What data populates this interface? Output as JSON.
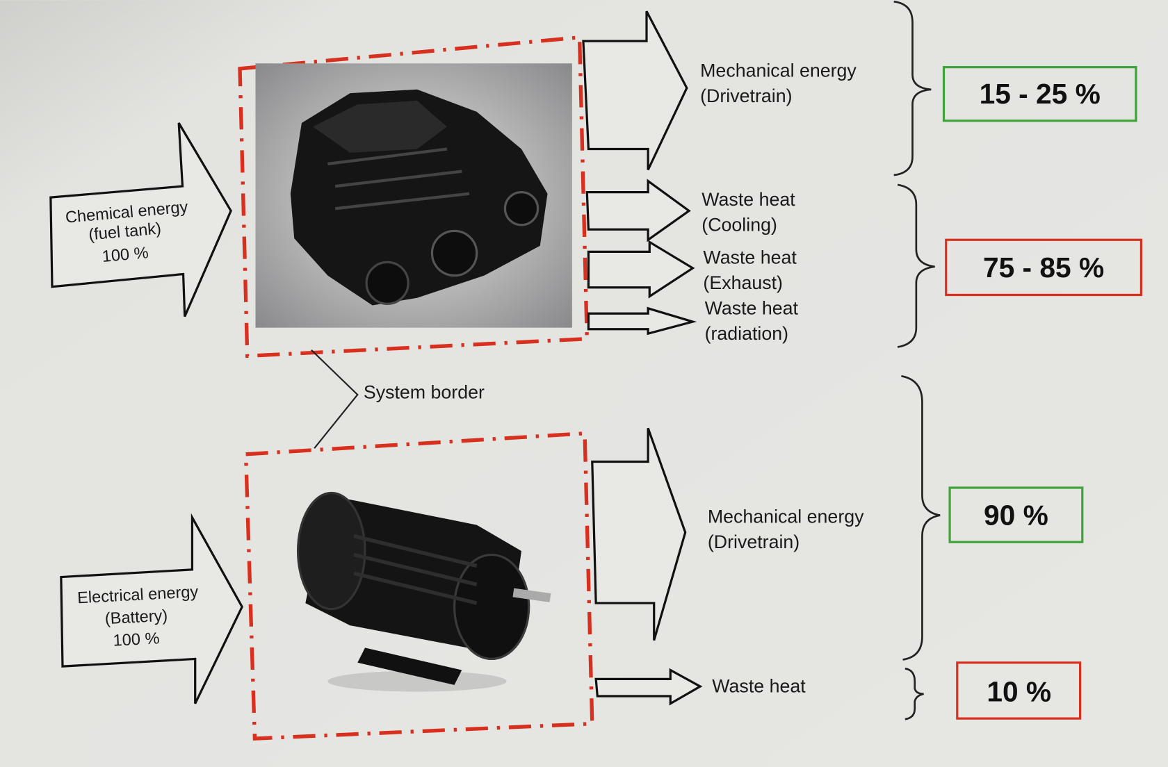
{
  "combustion_engine": {
    "input": {
      "line1": "Chemical energy",
      "line2": "(fuel tank)",
      "line3": "100 %"
    },
    "outputs": [
      {
        "line1": "Mechanical energy",
        "line2": "(Drivetrain)"
      },
      {
        "line1": "Waste heat",
        "line2": "(Cooling)"
      },
      {
        "line1": "Waste heat",
        "line2": "(Exhaust)"
      },
      {
        "line1": "Waste heat",
        "line2": "(radiation)"
      }
    ],
    "efficiency_useful": "15 - 25 %",
    "efficiency_loss": "75 - 85 %"
  },
  "system_border_label": "System border",
  "electric_motor": {
    "input": {
      "line1": "Electrical energy",
      "line2": "(Battery)",
      "line3": "100 %"
    },
    "outputs": [
      {
        "line1": "Mechanical energy",
        "line2": "(Drivetrain)"
      },
      {
        "line1": "Waste heat"
      }
    ],
    "efficiency_useful": "90 %",
    "efficiency_loss": "10 %"
  },
  "colors": {
    "useful": "#3fa33a",
    "loss": "#d8301f",
    "border": "#d8301f"
  }
}
